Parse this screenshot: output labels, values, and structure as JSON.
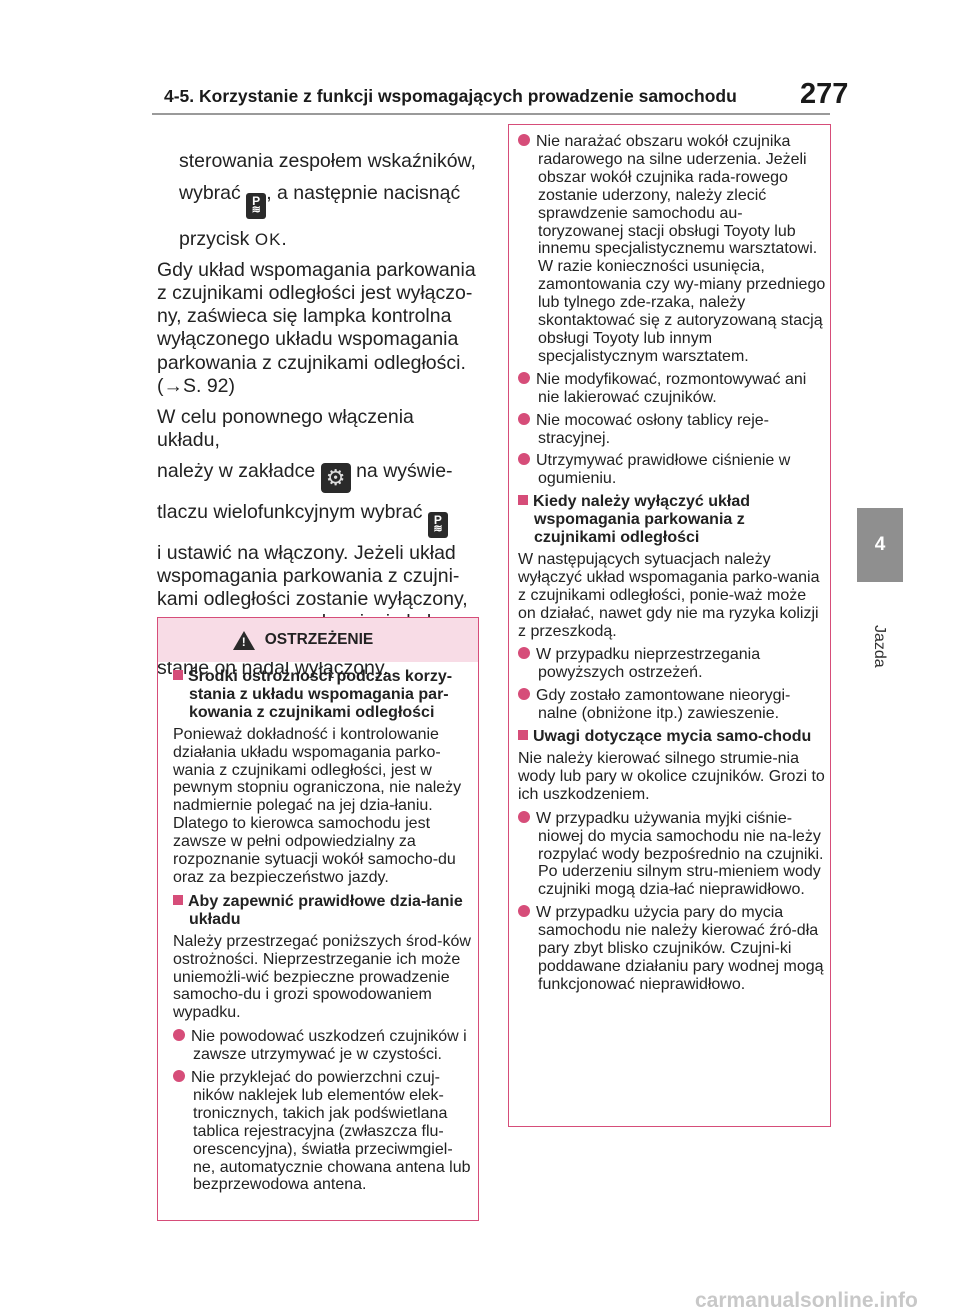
{
  "header": {
    "title": "4-5. Korzystanie z funkcji wspomagających prowadzenie samochodu",
    "page_number": "277"
  },
  "side": {
    "tab_number": "4",
    "tab_label": "Jazda"
  },
  "left": {
    "p1a": "sterowania zespołem wskaźników,",
    "p1b_pre": "wybrać ",
    "p1b_post": ", a następnie nacisnąć",
    "p1c_pre": "przycisk ",
    "p1c_ok": "OK",
    "p1c_post": ".",
    "p2": "Gdy układ wspomagania parkowania z czujnikami odległości jest wyłączo-ny, zaświeca się lampka kontrolna wyłączonego układu wspomagania parkowania z czujnikami odległości.",
    "p2_ref": "(→S. 92)",
    "p3a": "W celu ponownego włączenia układu,",
    "p3b_pre": "należy w zakładce ",
    "p3b_post": " na wyświe-",
    "p3c_pre": "tlaczu wielofunkcyjnym wybrać ",
    "p3d": "i ustawić na włączony. Jeżeli układ wspomagania parkowania z czujni-kami odległości zostanie wyłączony, po ponownym uruchomieniu hybry-dowego układu napędowego pozo-stanie on nadal wyłączony."
  },
  "warning": {
    "label": "OSTRZEŻENIE",
    "h1": "Środki ostrożności podczas korzy-stania z układu wspomagania par-kowania z czujnikami odległości",
    "t1": "Ponieważ dokładność i kontrolowanie działania układu wspomagania parko-wania z czujnikami odległości, jest w pewnym stopniu ograniczona, nie należy nadmiernie polegać na jej dzia-łaniu. Dlatego to kierowca samochodu jest zawsze w pełni odpowiedzialny za rozpoznanie sytuacji wokół samocho-du oraz za bezpieczeństwo jazdy.",
    "h2": "Aby zapewnić prawidłowe dzia-łanie układu",
    "t2": "Należy przestrzegać poniższych środ-ków ostrożności. Nieprzestrzeganie ich może uniemożli-wić bezpieczne prowadzenie samocho-du i grozi spowodowaniem wypadku.",
    "b1": "Nie powodować uszkodzeń czujników i zawsze utrzymywać je w czystości.",
    "b2": "Nie przyklejać do powierzchni czuj-ników naklejek lub elementów elek-tronicznych, takich jak podświetlana tablica rejestracyjna (zwłaszcza flu-orescencyjna), światła przeciwmgiel-ne, automatycznie chowana antena lub bezprzewodowa antena."
  },
  "right": {
    "b1": "Nie narażać obszaru wokół czujnika radarowego na silne uderzenia. Jeżeli obszar wokół czujnika rada-rowego zostanie uderzony, należy zlecić sprawdzenie samochodu au-toryzowanej stacji obsługi Toyoty lub innemu specjalistycznemu warsztatowi. W razie konieczności usunięcia, zamontowania czy wy-miany przedniego lub tylnego zde-rzaka, należy skontaktować się z autoryzowaną stacją obsługi Toyoty lub innym specjalistycznym warsztatem.",
    "b2": "Nie modyfikować, rozmontowywać ani nie lakierować czujników.",
    "b3": "Nie mocować osłony tablicy reje-stracyjnej.",
    "b4": "Utrzymywać prawidłowe ciśnienie w ogumieniu.",
    "h1": "Kiedy należy wyłączyć układ wspomagania parkowania z czujnikami odległości",
    "t1": "W następujących sytuacjach należy wyłączyć układ wspomagania parko-wania z czujnikami odległości, ponie-waż może on działać, nawet gdy nie ma ryzyka kolizji z przeszkodą.",
    "b5": "W przypadku nieprzestrzegania powyższych ostrzeżeń.",
    "b6": "Gdy zostało zamontowane nieorygi-nalne (obniżone itp.) zawieszenie.",
    "h2": "Uwagi dotyczące mycia samo-chodu",
    "t2": "Nie należy kierować silnego strumie-nia wody lub pary w okolice czujników. Grozi to ich uszkodzeniem.",
    "b7": "W przypadku używania myjki ciśnie-niowej do mycia samochodu nie na-leży rozpylać wody bezpośrednio na czujniki. Po uderzeniu silnym stru-mieniem wody czujniki mogą dzia-łać nieprawidłowo.",
    "b8": "W przypadku użycia pary do mycia samochodu nie należy kierować źró-dła pary zbyt blisko czujników. Czujni-ki poddawane działaniu pary wodnej mogą funkcjonować nieprawidłowo."
  },
  "watermark": "carmanualsonline.info",
  "icons": {
    "parking": "parking-sensor-icon",
    "settings": "gear-icon",
    "warning": "warning-triangle-icon"
  },
  "colors": {
    "accent": "#d64d79",
    "warning_bg": "#f8dce6",
    "tab": "#8f8f8f"
  }
}
